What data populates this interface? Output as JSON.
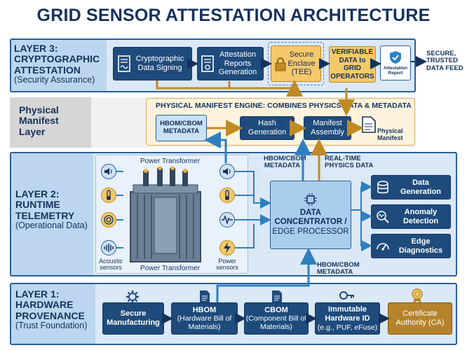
{
  "title": "GRID SENSOR ATTESTATION ARCHITECTURE",
  "layer3": {
    "label_1": "LAYER 3:",
    "label_2": "CRYPTOGRAPHIC",
    "label_3": "ATTESTATION",
    "sub": "(Security Assurance)",
    "signing": "Cryptographic Data Signing",
    "reports": "Attestation Reports Generation",
    "enclave_1": "Secure",
    "enclave_2": "Enclave",
    "enclave_3": "(TEE)",
    "verifiable": "VERIFIABLE DATA to GRID OPERATORS",
    "report_doc": "Attestation Report",
    "output": "SECURE, TRUSTED DATA FEED"
  },
  "manifest": {
    "label_1": "Physical",
    "label_2": "Manifest",
    "label_3": "Layer",
    "engine": "PHYSICAL MANIFEST ENGINE: COMBINES PHYSICS DATA & METADATA",
    "hbom_cbom": "HBOM/CBOM METADATA",
    "hash": "Hash Generation",
    "assembly": "Manifest Assembly",
    "doc": "Physical Manifest"
  },
  "layer2": {
    "label_1": "LAYER 2:",
    "label_2": "RUNTIME",
    "label_3": "TELEMETRY",
    "sub": "(Operational Data)",
    "transformer_top": "Power Transformer",
    "transformer_bottom": "Power Transformer",
    "acoustic": "Acoustic sensors",
    "power": "Power sensors",
    "hbom_up": "HBOM/CBOM METADATA",
    "realtime": "REAL-TIME PHYSICS DATA",
    "concentrator_1": "DATA",
    "concentrator_2": "CONCENTRATOR /",
    "concentrator_3": "EDGE PROCESSOR",
    "data_gen": "Data Generation",
    "anomaly": "Anomaly Detection",
    "edge_diag": "Edge Diagnostics",
    "hbom_low": "HBOM/CBOM METADATA"
  },
  "layer1": {
    "label_1": "LAYER 1:",
    "label_2": "HARDWARE",
    "label_3": "PROVENANCE",
    "sub": "(Trust Foundation)",
    "secure_mfg": "Secure Manufacturing",
    "hbom_t": "HBOM",
    "hbom_s": "(Hardware Bill of Materials)",
    "cbom_t": "CBOM",
    "cbom_s": "(Component Bill of Materials)",
    "immutable_t": "Immutable Hardware ID",
    "immutable_s": "(e.g., PUF, eFuse)",
    "certificate": "Certificate Authority (CA)"
  },
  "colors": {
    "navy": "#1f4b7c",
    "gold": "#f5c96a",
    "border_blue": "#2b5f95",
    "arrow_gold": "#c08a25",
    "arrow_blue": "#2f7fc0"
  }
}
